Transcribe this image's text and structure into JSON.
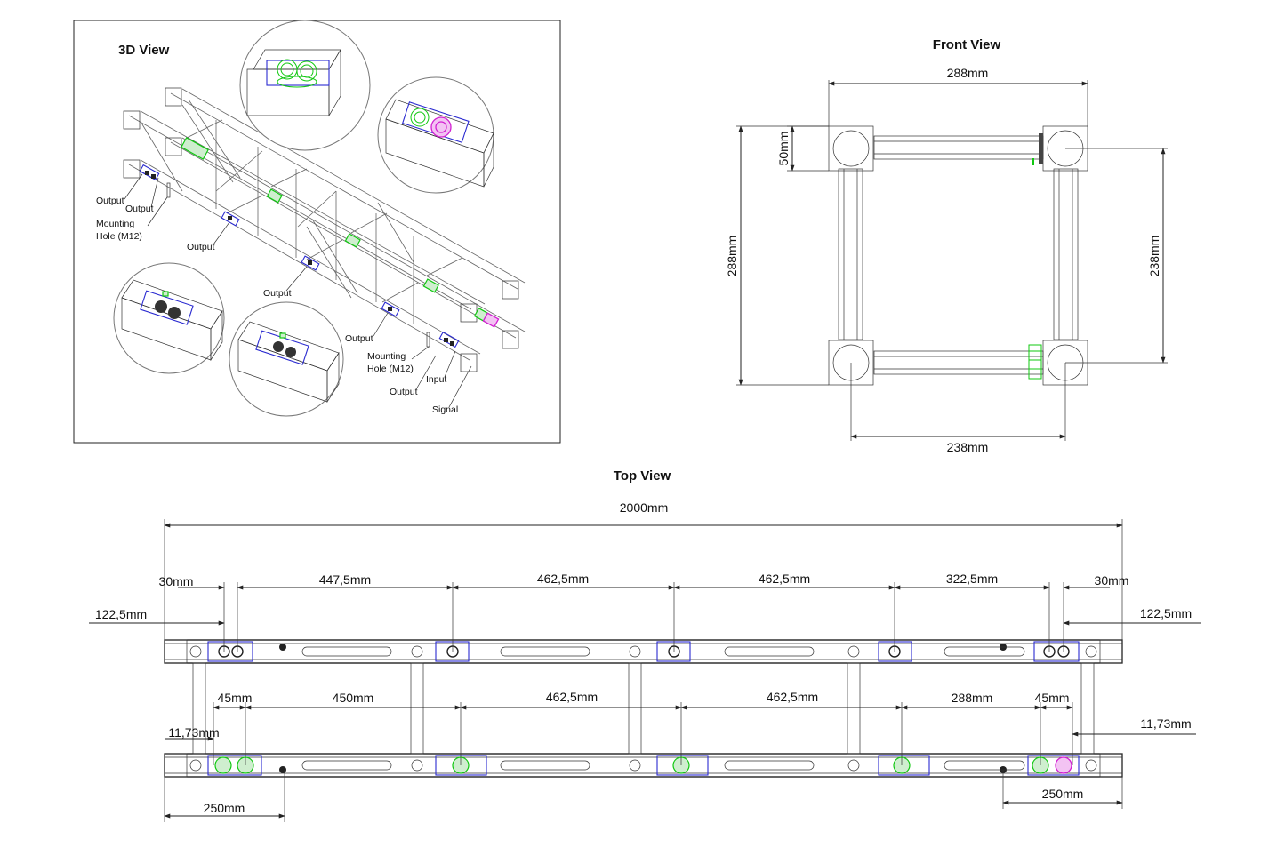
{
  "views": {
    "view_3d": "3D View",
    "front": "Front View",
    "top": "Top View"
  },
  "labels_3d": {
    "output_1": "Output",
    "output_2": "Output",
    "mounting_left_1": "Mounting",
    "mounting_left_2": "Hole (M12)",
    "output_3": "Output",
    "output_4": "Output",
    "output_5": "Output",
    "mounting_right_1": "Mounting",
    "mounting_right_2": "Hole (M12)",
    "input": "Input",
    "output_6": "Output",
    "signal": "Signal"
  },
  "front_dims": {
    "width_outer": "288mm",
    "tube": "50mm",
    "height_outer": "288mm",
    "height_inner": "238mm",
    "width_inner": "238mm"
  },
  "top_dims": {
    "total": "2000mm",
    "upper": {
      "end_left": "30mm",
      "seg1": "447,5mm",
      "seg2": "462,5mm",
      "seg3": "462,5mm",
      "seg4": "322,5mm",
      "end_right": "30mm",
      "offset_left": "122,5mm",
      "offset_right": "122,5mm"
    },
    "lower": {
      "end_left": "45mm",
      "seg1": "450mm",
      "seg2": "462,5mm",
      "seg3": "462,5mm",
      "seg4": "288mm",
      "end_right": "45mm",
      "offset_left": "11,73mm",
      "offset_right": "11,73mm",
      "bottom_left": "250mm",
      "bottom_right": "250mm"
    }
  },
  "colors": {
    "connector_green": "#12c812",
    "connector_magenta": "#d21fd2",
    "plate_blue": "#2a2ad0",
    "line": "#222222"
  }
}
